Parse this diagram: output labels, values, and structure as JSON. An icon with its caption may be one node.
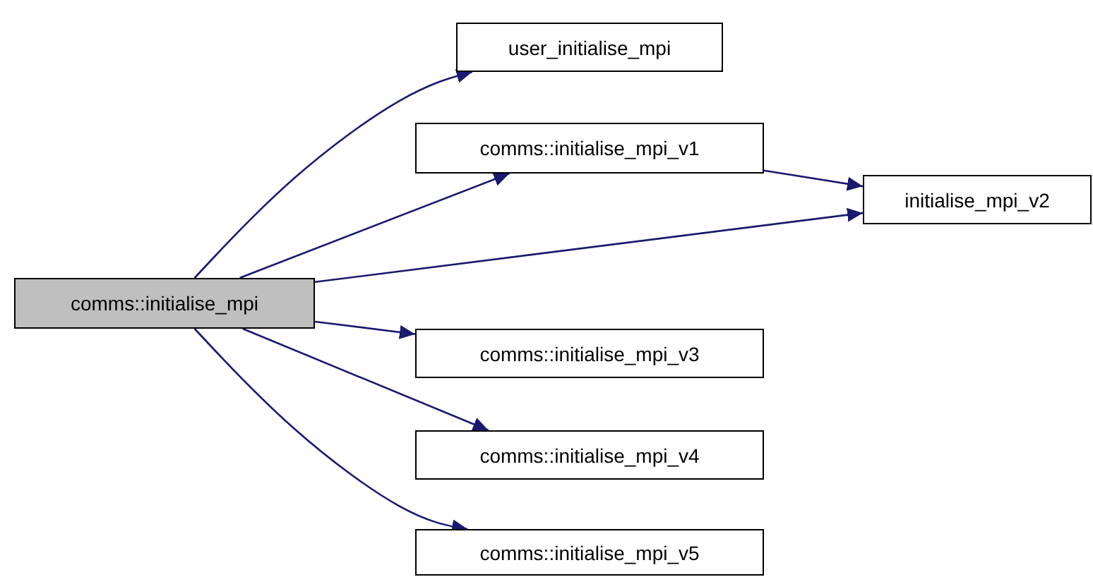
{
  "diagram": {
    "nodes": [
      {
        "text": [
          "comms::initialise_mpi"
        ]
      },
      {
        "text": [
          "user_initialise_mpi"
        ]
      },
      {
        "text": [
          "comms::initialise_mpi_v1"
        ]
      },
      {
        "text": [
          "initialise_mpi_v2"
        ]
      },
      {
        "text": [
          "comms::initialise_mpi_v3"
        ]
      },
      {
        "text": [
          "comms::initialise_mpi_v4"
        ]
      },
      {
        "text": [
          "comms::initialise_mpi_v5"
        ]
      }
    ],
    "edges": [
      {
        "from": 0,
        "to": 1,
        "arrow": "to"
      },
      {
        "from": 0,
        "to": 2,
        "arrow": "to"
      },
      {
        "from": 0,
        "to": 3,
        "arrow": "to"
      },
      {
        "from": 0,
        "to": 4,
        "arrow": "to"
      },
      {
        "from": 0,
        "to": 5,
        "arrow": "to"
      },
      {
        "from": 0,
        "to": 6,
        "arrow": "to"
      },
      {
        "from": 2,
        "to": 3,
        "arrow": "to"
      }
    ]
  }
}
